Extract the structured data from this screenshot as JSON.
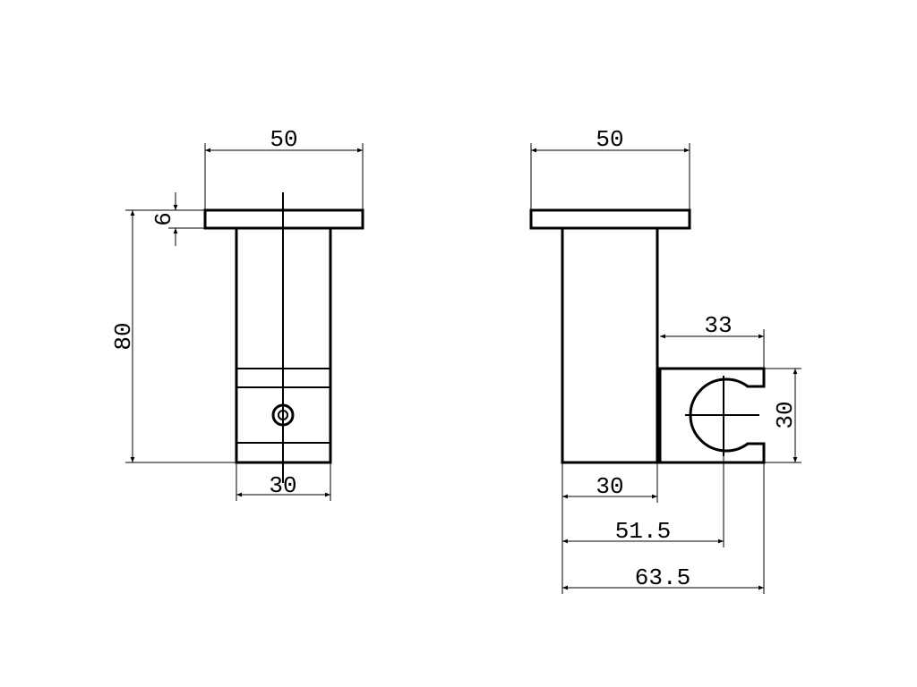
{
  "drawing": {
    "line_color": "#000000",
    "background": "#ffffff",
    "front_view": {
      "dimensions": {
        "flange_width": "50",
        "flange_thickness": "6",
        "total_height": "80",
        "body_width": "30"
      }
    },
    "side_view": {
      "dimensions": {
        "flange_width": "50",
        "holder_length": "33",
        "holder_height": "30",
        "body_width": "30",
        "holder_center_offset": "51.5",
        "overall_depth": "63.5"
      }
    }
  }
}
